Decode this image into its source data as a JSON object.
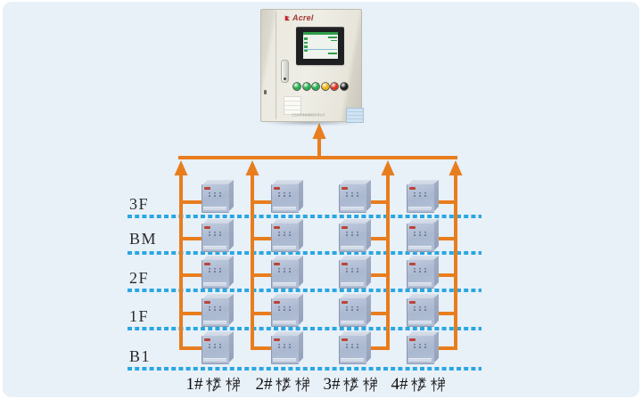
{
  "cabinet": {
    "brand": "Acrel",
    "footer_text": "江苏安科瑞电器制造有限公司",
    "indicator_colors": [
      "#25b34b",
      "#25b34b",
      "#25b34b",
      "#f0b413",
      "#e03222",
      "#1d1d1d"
    ]
  },
  "floors": [
    {
      "label": "3F"
    },
    {
      "label": "BM"
    },
    {
      "label": "2F"
    },
    {
      "label": "1F"
    },
    {
      "label": "B1"
    }
  ],
  "staircases": [
    {
      "label": "1#楼梯"
    },
    {
      "label": "2#楼梯"
    },
    {
      "label": "3#楼梯"
    },
    {
      "label": "4#楼梯"
    }
  ],
  "colors": {
    "background": "#e8f0f8",
    "wire_orange": "#e87d1e",
    "floor_dash_blue": "#29a7e2",
    "device_face": "#b8c3d8",
    "label_text": "#222222"
  }
}
